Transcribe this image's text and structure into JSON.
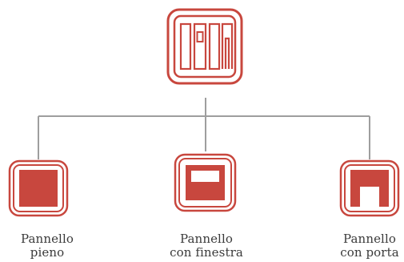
{
  "colors": {
    "accent": "#c8473e",
    "connector": "#9e9e9e",
    "label_text": "#3a3a3a"
  },
  "root": {
    "icon": "shelving-system-icon"
  },
  "children": [
    {
      "icon": "solid-panel-icon",
      "label_line1": "Pannello",
      "label_line2": "pieno"
    },
    {
      "icon": "window-panel-icon",
      "label_line1": "Pannello",
      "label_line2": "con finestra"
    },
    {
      "icon": "door-panel-icon",
      "label_line1": "Pannello",
      "label_line2": "con porta"
    }
  ]
}
